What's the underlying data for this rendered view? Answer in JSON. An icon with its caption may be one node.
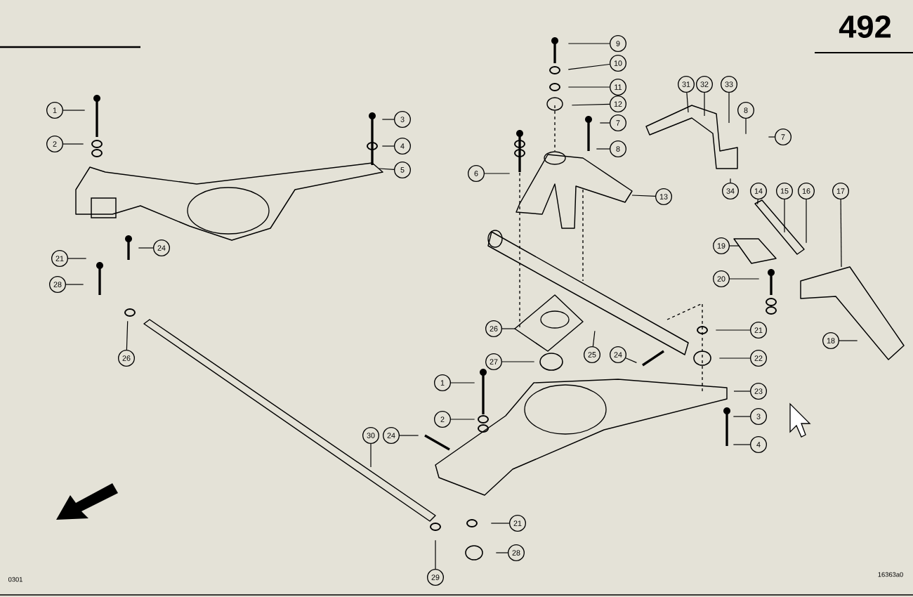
{
  "diagram": {
    "nodes": [
      {
        "text": [
          "1"
        ]
      },
      {
        "text": [
          "2"
        ]
      },
      {
        "text": [
          "3"
        ]
      },
      {
        "text": [
          "4"
        ]
      },
      {
        "text": [
          "5"
        ]
      },
      {
        "text": [
          "9"
        ]
      },
      {
        "text": [
          "10"
        ]
      },
      {
        "text": [
          "11"
        ]
      },
      {
        "text": [
          "12"
        ]
      },
      {
        "text": [
          "7"
        ]
      },
      {
        "text": [
          "8"
        ]
      },
      {
        "text": [
          "31"
        ]
      },
      {
        "text": [
          "32"
        ]
      },
      {
        "text": [
          "33"
        ]
      },
      {
        "text": [
          "8"
        ]
      },
      {
        "text": [
          "7"
        ]
      },
      {
        "text": [
          "6"
        ]
      },
      {
        "text": [
          "13"
        ]
      },
      {
        "text": [
          "34"
        ]
      },
      {
        "text": [
          "14"
        ]
      },
      {
        "text": [
          "15"
        ]
      },
      {
        "text": [
          "16"
        ]
      },
      {
        "text": [
          "17"
        ]
      },
      {
        "text": [
          "24"
        ]
      },
      {
        "text": [
          "21"
        ]
      },
      {
        "text": [
          "19"
        ]
      },
      {
        "text": [
          "20"
        ]
      },
      {
        "text": [
          "28"
        ]
      },
      {
        "text": [
          "26"
        ]
      },
      {
        "text": [
          "21"
        ]
      },
      {
        "text": [
          "18"
        ]
      },
      {
        "text": [
          "26"
        ]
      },
      {
        "text": [
          "25"
        ]
      },
      {
        "text": [
          "24"
        ]
      },
      {
        "text": [
          "22"
        ]
      },
      {
        "text": [
          "27"
        ]
      },
      {
        "text": [
          "1"
        ]
      },
      {
        "text": [
          "23"
        ]
      },
      {
        "text": [
          "3"
        ]
      },
      {
        "text": [
          "2"
        ]
      },
      {
        "text": [
          "30"
        ]
      },
      {
        "text": [
          "24"
        ]
      },
      {
        "text": [
          "4"
        ]
      },
      {
        "text": [
          "21"
        ]
      },
      {
        "text": [
          "28"
        ]
      },
      {
        "text": [
          "29"
        ]
      },
      {
        "text": [],
        "shape": "picture"
      },
      {
        "text": [],
        "shape": "picture"
      },
      {
        "text": [],
        "shape": "picture"
      },
      {
        "text": [],
        "shape": "picture"
      },
      {
        "text": [],
        "shape": "picture"
      },
      {
        "text": [],
        "shape": "picture"
      },
      {
        "text": [],
        "shape": "picture"
      }
    ],
    "edges": [
      {
        "from": 0,
        "to": null,
        "arrow": "none"
      },
      {
        "from": 1,
        "to": null,
        "arrow": "none"
      },
      {
        "from": 2,
        "to": null,
        "arrow": "none"
      },
      {
        "from": 3,
        "to": null,
        "arrow": "none"
      },
      {
        "from": 4,
        "to": 46,
        "arrow": "none"
      },
      {
        "from": 5,
        "to": null,
        "arrow": "none"
      },
      {
        "from": 6,
        "to": null,
        "arrow": "none"
      },
      {
        "from": 7,
        "to": null,
        "arrow": "none"
      },
      {
        "from": 8,
        "to": null,
        "arrow": "none"
      },
      {
        "from": 9,
        "to": null,
        "arrow": "none"
      },
      {
        "from": 10,
        "to": null,
        "arrow": "none"
      },
      {
        "from": 11,
        "to": 49,
        "arrow": "none"
      },
      {
        "from": 12,
        "to": 49,
        "arrow": "none"
      },
      {
        "from": 13,
        "to": 49,
        "arrow": "none"
      },
      {
        "from": 14,
        "to": null,
        "arrow": "none"
      },
      {
        "from": 15,
        "to": null,
        "arrow": "none"
      },
      {
        "from": 16,
        "to": null,
        "arrow": "none"
      },
      {
        "from": 17,
        "to": 48,
        "arrow": "none"
      },
      {
        "from": 18,
        "to": null,
        "arrow": "none"
      },
      {
        "from": 19,
        "to": null,
        "arrow": "none"
      },
      {
        "from": 20,
        "to": null,
        "arrow": "none"
      },
      {
        "from": 21,
        "to": null,
        "arrow": "none"
      },
      {
        "from": 22,
        "to": 50,
        "arrow": "none"
      },
      {
        "from": 23,
        "to": null,
        "arrow": "none"
      },
      {
        "from": 24,
        "to": null,
        "arrow": "none"
      },
      {
        "from": 25,
        "to": null,
        "arrow": "none"
      },
      {
        "from": 26,
        "to": null,
        "arrow": "none"
      },
      {
        "from": 27,
        "to": null,
        "arrow": "none"
      },
      {
        "from": 28,
        "to": 52,
        "arrow": "none"
      },
      {
        "from": 29,
        "to": null,
        "arrow": "none"
      },
      {
        "from": 30,
        "to": null,
        "arrow": "none"
      },
      {
        "from": 31,
        "to": null,
        "arrow": "none"
      },
      {
        "from": 32,
        "to": null,
        "arrow": "none"
      },
      {
        "from": 33,
        "to": null,
        "arrow": "none"
      },
      {
        "from": 34,
        "to": null,
        "arrow": "none"
      },
      {
        "from": 35,
        "to": null,
        "arrow": "none"
      },
      {
        "from": 36,
        "to": null,
        "arrow": "none"
      },
      {
        "from": 37,
        "to": 51,
        "arrow": "none"
      },
      {
        "from": 38,
        "to": null,
        "arrow": "none"
      },
      {
        "from": 39,
        "to": null,
        "arrow": "none"
      },
      {
        "from": 40,
        "to": 47,
        "arrow": "none"
      },
      {
        "from": 41,
        "to": null,
        "arrow": "none"
      },
      {
        "from": 42,
        "to": null,
        "arrow": "none"
      },
      {
        "from": 43,
        "to": null,
        "arrow": "none"
      },
      {
        "from": 44,
        "to": null,
        "arrow": "none"
      },
      {
        "from": 45,
        "to": null,
        "arrow": "none"
      }
    ],
    "labels": [
      "492",
      "0301",
      "16363a0"
    ]
  }
}
